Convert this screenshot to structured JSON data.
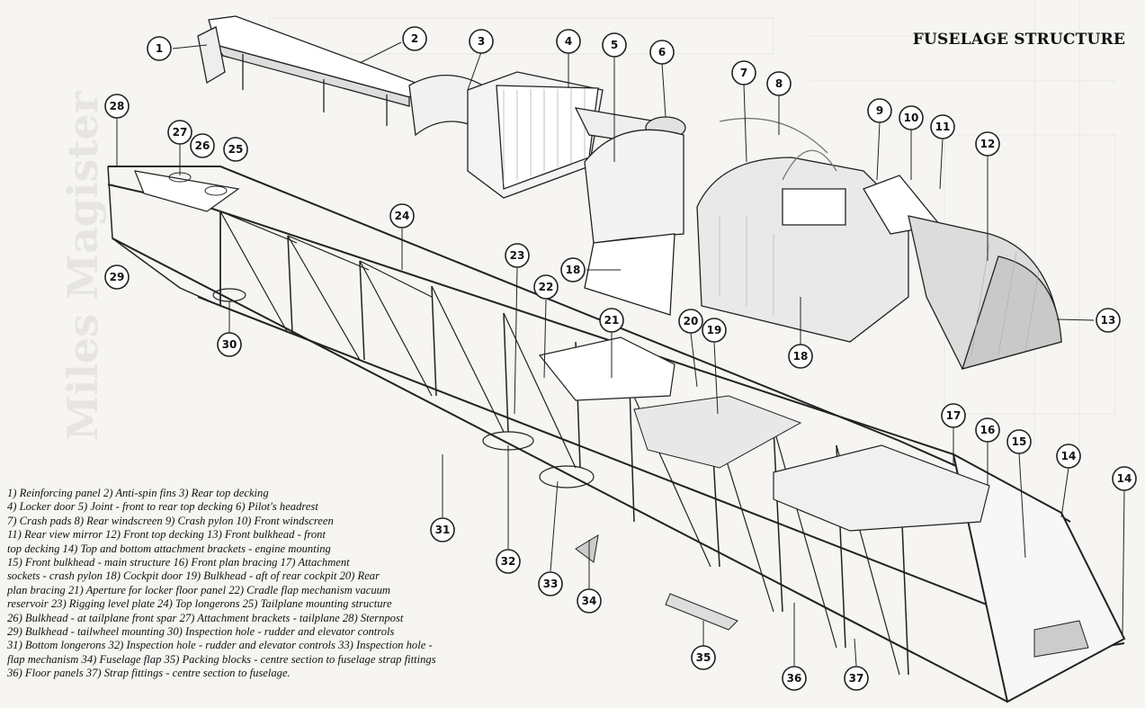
{
  "title": "FUSELAGE STRUCTURE",
  "watermark": "Miles Magister",
  "legend_lines": [
    "1) Reinforcing panel 2) Anti-spin fins 3) Rear top decking",
    "4) Locker door 5) Joint - front to rear top decking 6) Pilot's headrest",
    "7) Crash pads 8) Rear windscreen 9) Crash pylon 10) Front windscreen",
    "11) Rear view mirror 12) Front top decking 13) Front bulkhead - front",
    "top decking 14) Top and bottom attachment brackets - engine mounting",
    "15) Front bulkhead - main structure 16) Front plan bracing 17) Attachment",
    "sockets - crash pylon 18) Cockpit door 19) Bulkhead - aft of rear cockpit 20) Rear",
    "plan bracing 21) Aperture for locker floor panel 22) Cradle flap mechanism vacuum",
    "reservoir 23) Rigging level plate 24) Top longerons 25) Tailplane mounting structure",
    "26) Bulkhead - at tailplane front spar 27) Attachment brackets - tailplane 28) Sternpost",
    "29) Bulkhead - tailwheel mounting 30) Inspection hole - rudder and elevator controls",
    "31) Bottom longerons 32) Inspection hole - rudder and elevator controls 33) Inspection hole -",
    "flap mechanism 34) Fuselage flap 35) Packing blocks - centre section to fuselage strap fittings",
    "36) Floor panels 37) Strap fittings - centre section to fuselage."
  ],
  "callouts": [
    "1",
    "2",
    "3",
    "4",
    "5",
    "6",
    "7",
    "8",
    "9",
    "10",
    "11",
    "12",
    "13",
    "14",
    "14",
    "15",
    "16",
    "17",
    "18",
    "18",
    "19",
    "20",
    "21",
    "22",
    "23",
    "24",
    "25",
    "26",
    "27",
    "28",
    "29",
    "30",
    "31",
    "32",
    "33",
    "34",
    "35",
    "36",
    "37"
  ]
}
